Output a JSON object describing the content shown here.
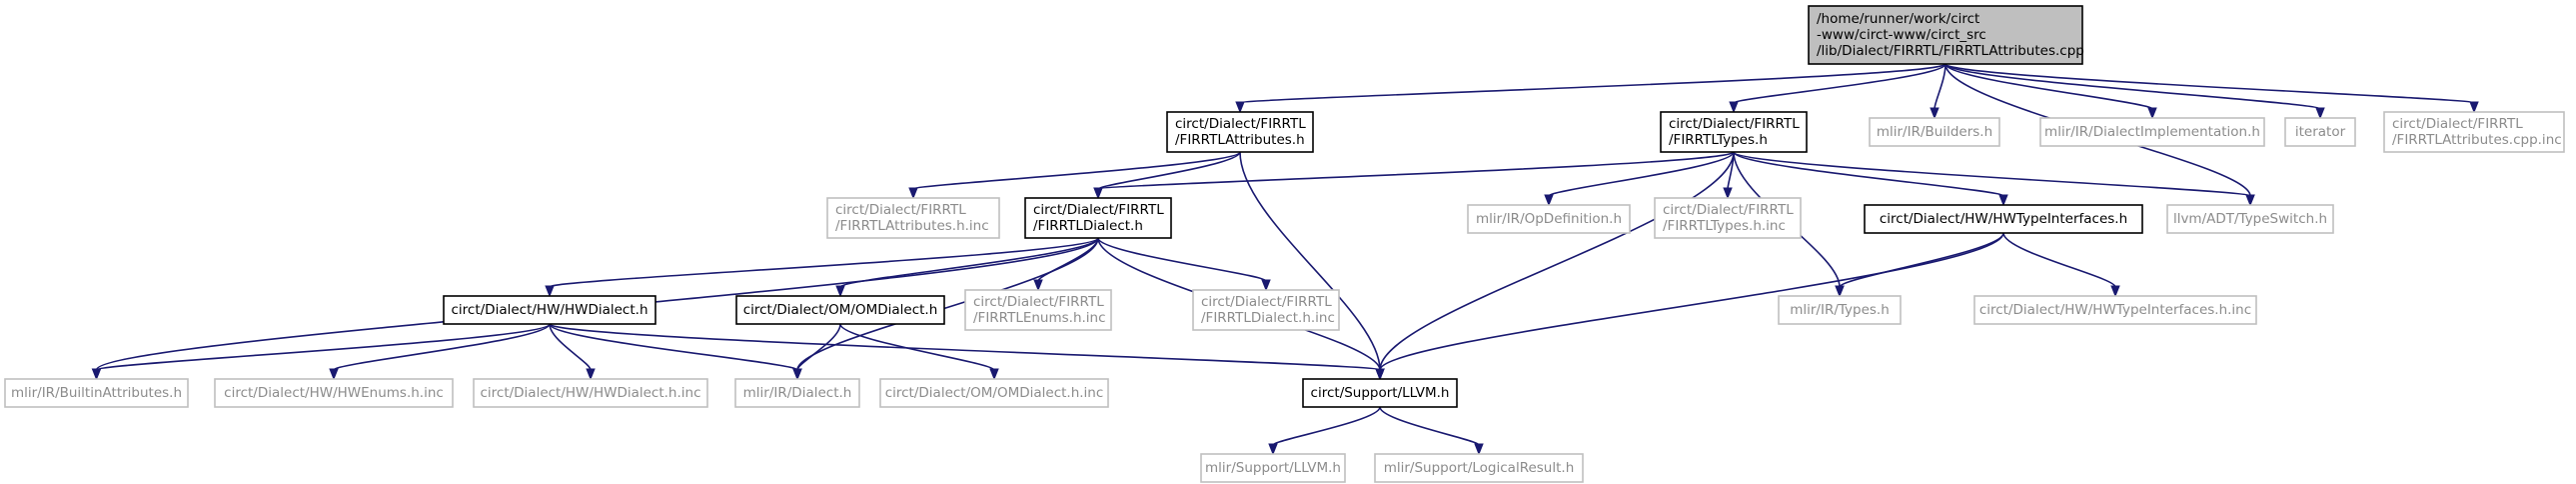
{
  "diagram": {
    "nodes": [
      {
        "id": "root",
        "lines": [
          "/home/runner/work/circt",
          "-www/circt-www/circt_src",
          "/lib/Dialect/FIRRTL/FIRRTLAttributes.cpp"
        ],
        "style": "root"
      },
      {
        "id": "fattr_h",
        "lines": [
          "circt/Dialect/FIRRTL",
          "/FIRRTLAttributes.h"
        ],
        "style": "black"
      },
      {
        "id": "ftypes_h",
        "lines": [
          "circt/Dialect/FIRRTL",
          "/FIRRTLTypes.h"
        ],
        "style": "black"
      },
      {
        "id": "builders",
        "lines": [
          "mlir/IR/Builders.h"
        ],
        "style": "gray"
      },
      {
        "id": "dialimpl",
        "lines": [
          "mlir/IR/DialectImplementation.h"
        ],
        "style": "gray"
      },
      {
        "id": "iterator",
        "lines": [
          "iterator"
        ],
        "style": "gray"
      },
      {
        "id": "fattr_cpp_inc",
        "lines": [
          "circt/Dialect/FIRRTL",
          "/FIRRTLAttributes.cpp.inc"
        ],
        "style": "gray"
      },
      {
        "id": "fattr_h_inc",
        "lines": [
          "circt/Dialect/FIRRTL",
          "/FIRRTLAttributes.h.inc"
        ],
        "style": "gray"
      },
      {
        "id": "fdialect_h",
        "lines": [
          "circt/Dialect/FIRRTL",
          "/FIRRTLDialect.h"
        ],
        "style": "black"
      },
      {
        "id": "opdef",
        "lines": [
          "mlir/IR/OpDefinition.h"
        ],
        "style": "gray"
      },
      {
        "id": "ftypes_h_inc",
        "lines": [
          "circt/Dialect/FIRRTL",
          "/FIRRTLTypes.h.inc"
        ],
        "style": "gray"
      },
      {
        "id": "hwtypeif",
        "lines": [
          "circt/Dialect/HW/HWTypeInterfaces.h"
        ],
        "style": "black"
      },
      {
        "id": "typeswitch",
        "lines": [
          "llvm/ADT/TypeSwitch.h"
        ],
        "style": "gray"
      },
      {
        "id": "hwdialect",
        "lines": [
          "circt/Dialect/HW/HWDialect.h"
        ],
        "style": "black"
      },
      {
        "id": "omdialect",
        "lines": [
          "circt/Dialect/OM/OMDialect.h"
        ],
        "style": "black"
      },
      {
        "id": "fenums_inc",
        "lines": [
          "circt/Dialect/FIRRTL",
          "/FIRRTLEnums.h.inc"
        ],
        "style": "gray"
      },
      {
        "id": "fdialect_inc",
        "lines": [
          "circt/Dialect/FIRRTL",
          "/FIRRTLDialect.h.inc"
        ],
        "style": "gray"
      },
      {
        "id": "types",
        "lines": [
          "mlir/IR/Types.h"
        ],
        "style": "gray"
      },
      {
        "id": "hwtypeif_inc",
        "lines": [
          "circt/Dialect/HW/HWTypeInterfaces.h.inc"
        ],
        "style": "gray"
      },
      {
        "id": "builtinattr",
        "lines": [
          "mlir/IR/BuiltinAttributes.h"
        ],
        "style": "gray"
      },
      {
        "id": "hwenums_inc",
        "lines": [
          "circt/Dialect/HW/HWEnums.h.inc"
        ],
        "style": "gray"
      },
      {
        "id": "hwdialect_inc",
        "lines": [
          "circt/Dialect/HW/HWDialect.h.inc"
        ],
        "style": "gray"
      },
      {
        "id": "mlirdialect",
        "lines": [
          "mlir/IR/Dialect.h"
        ],
        "style": "gray"
      },
      {
        "id": "omdialect_inc",
        "lines": [
          "circt/Dialect/OM/OMDialect.h.inc"
        ],
        "style": "gray"
      },
      {
        "id": "circtllvm",
        "lines": [
          "circt/Support/LLVM.h"
        ],
        "style": "black"
      },
      {
        "id": "mlirllvm",
        "lines": [
          "mlir/Support/LLVM.h"
        ],
        "style": "gray"
      },
      {
        "id": "logres",
        "lines": [
          "mlir/Support/LogicalResult.h"
        ],
        "style": "gray"
      }
    ],
    "edges": [
      [
        "root",
        "fattr_h"
      ],
      [
        "root",
        "ftypes_h"
      ],
      [
        "root",
        "builders"
      ],
      [
        "root",
        "dialimpl"
      ],
      [
        "root",
        "iterator"
      ],
      [
        "root",
        "fattr_cpp_inc"
      ],
      [
        "root",
        "typeswitch"
      ],
      [
        "fattr_h",
        "fattr_h_inc"
      ],
      [
        "fattr_h",
        "fdialect_h"
      ],
      [
        "fattr_h",
        "circtllvm"
      ],
      [
        "ftypes_h",
        "fdialect_h"
      ],
      [
        "ftypes_h",
        "opdef"
      ],
      [
        "ftypes_h",
        "ftypes_h_inc"
      ],
      [
        "ftypes_h",
        "hwtypeif"
      ],
      [
        "ftypes_h",
        "typeswitch"
      ],
      [
        "ftypes_h",
        "types"
      ],
      [
        "ftypes_h",
        "circtllvm"
      ],
      [
        "fdialect_h",
        "hwdialect"
      ],
      [
        "fdialect_h",
        "omdialect"
      ],
      [
        "fdialect_h",
        "fenums_inc"
      ],
      [
        "fdialect_h",
        "fdialect_inc"
      ],
      [
        "fdialect_h",
        "builtinattr"
      ],
      [
        "fdialect_h",
        "mlirdialect"
      ],
      [
        "fdialect_h",
        "circtllvm"
      ],
      [
        "hwtypeif",
        "types"
      ],
      [
        "hwtypeif",
        "hwtypeif_inc"
      ],
      [
        "hwtypeif",
        "circtllvm"
      ],
      [
        "hwdialect",
        "builtinattr"
      ],
      [
        "hwdialect",
        "hwenums_inc"
      ],
      [
        "hwdialect",
        "hwdialect_inc"
      ],
      [
        "hwdialect",
        "mlirdialect"
      ],
      [
        "hwdialect",
        "circtllvm"
      ],
      [
        "omdialect",
        "mlirdialect"
      ],
      [
        "omdialect",
        "omdialect_inc"
      ],
      [
        "circtllvm",
        "mlirllvm"
      ],
      [
        "circtllvm",
        "logres"
      ]
    ]
  }
}
